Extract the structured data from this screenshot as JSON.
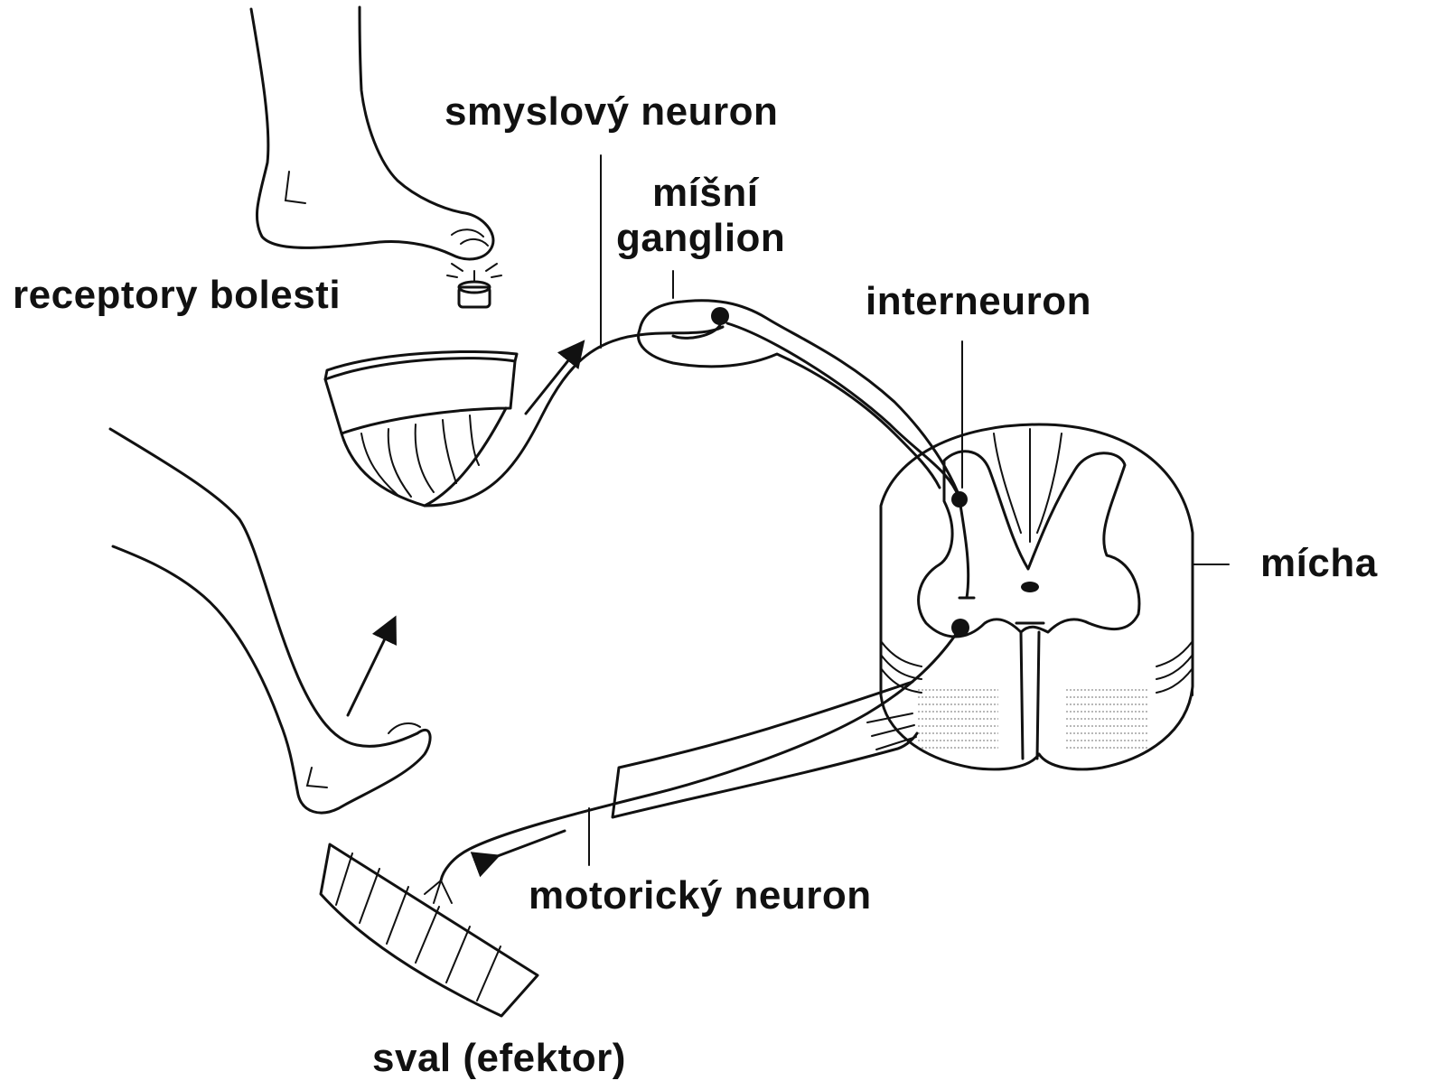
{
  "labels": {
    "sensory_neuron": "smyslový neuron",
    "spinal_ganglion_line1": "míšní",
    "spinal_ganglion_line2": "ganglion",
    "pain_receptors": "receptory bolesti",
    "interneuron": "interneuron",
    "spinal_cord": "mícha",
    "motor_neuron": "motorický neuron",
    "muscle_effector": "sval (efektor)"
  },
  "colors": {
    "ink": "#111111",
    "background": "#ffffff"
  }
}
